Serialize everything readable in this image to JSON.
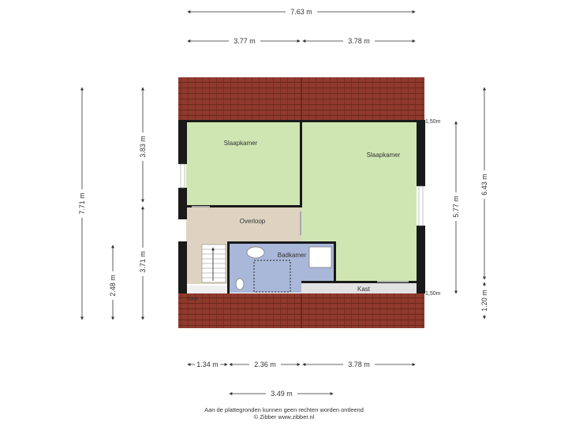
{
  "dimensions": {
    "top_total": "7.63 m",
    "top_left": "3.77 m",
    "top_right": "3.78 m",
    "bottom_left": "1.34 m",
    "bottom_mid": "2.36 m",
    "bottom_right": "3.78 m",
    "bottom_lower": "3.49 m",
    "left_total": "7.71 m",
    "left_upper": "3.83 m",
    "left_lower": "3.71 m",
    "left_outer_small": "2.48 m",
    "right_total": "6.43 m",
    "right_inner": "5.77 m",
    "right_bottom": "1.20 m"
  },
  "heights": {
    "roof_top": "1,50m",
    "roof_bottom": "1,50m"
  },
  "rooms": {
    "bedroom_left": "Slaapkamer",
    "bedroom_right": "Slaapkamer",
    "landing": "Overloop",
    "bathroom": "Badkamer",
    "closet_right": "Kast",
    "closet_left": "Kast"
  },
  "footer": {
    "line1": "Aan de plattegronden kunnen geen rechten worden ontleend",
    "line2": "© Zibber www.zibber.nl"
  },
  "colors": {
    "roof": "#8f3a2c",
    "roof_line": "#6e2a1f",
    "bedroom": "#cfe6b3",
    "landing": "#ddd3c0",
    "bathroom": "#a9b8d8",
    "closet": "#e2e2e2",
    "wall": "#1a1a1a"
  }
}
